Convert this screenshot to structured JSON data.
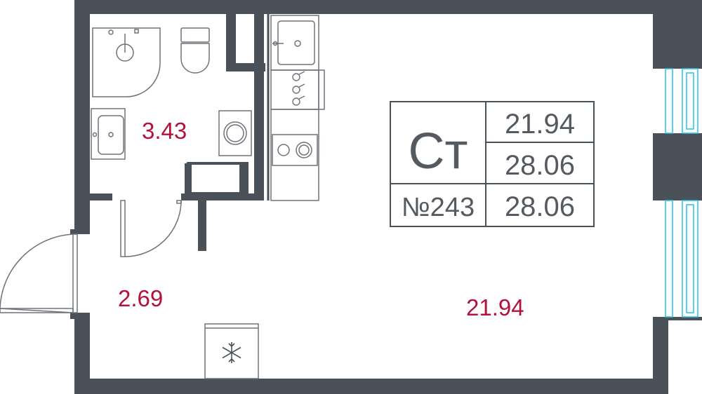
{
  "colors": {
    "wall": "#4a5159",
    "fixture_stroke": "#6e7379",
    "area_text": "#b3123c",
    "info_text": "#555a60",
    "window": "#29c4e6"
  },
  "rooms": {
    "bathroom": {
      "area": "3.43"
    },
    "hallway": {
      "area": "2.69"
    },
    "living": {
      "area": "21.94"
    }
  },
  "info_box": {
    "type_code": "Ст",
    "apartment_number": "№243",
    "living_area": "21.94",
    "total_area": "28.06",
    "total_area_with_balcony": "28.06"
  },
  "icons": {
    "refrigerator": "snowflake-icon"
  }
}
